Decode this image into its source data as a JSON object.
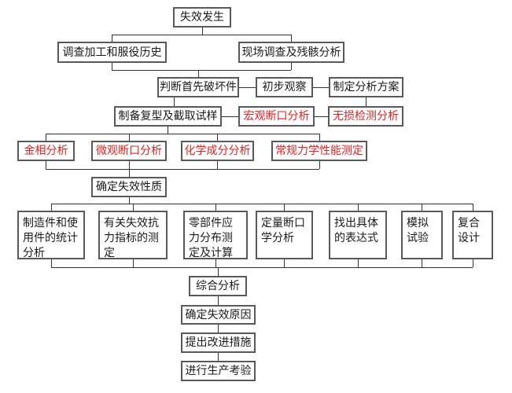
{
  "colors": {
    "background": "#ffffff",
    "box_border": "#595959",
    "connector_line": "#333333",
    "text": "#1a1a1a",
    "red_text": "#e02222"
  },
  "nodes": {
    "failure_occurs": {
      "label": "失效发生",
      "text_color": "black"
    },
    "investigate_history": {
      "label": "调查加工和服役历史",
      "text_color": "black"
    },
    "site_investigation": {
      "label": "现场调查及残骸分析",
      "text_color": "black"
    },
    "first_failed_part": {
      "label": "判断首先破坏件",
      "text_color": "black"
    },
    "preliminary_observation": {
      "label": "初步观察",
      "text_color": "black"
    },
    "analysis_plan": {
      "label": "制定分析方案",
      "text_color": "black"
    },
    "prepare_samples": {
      "label": "制备复型及截取试样",
      "text_color": "black"
    },
    "macro_fracture": {
      "label": "宏观断口分析",
      "text_color": "red"
    },
    "ndt_analysis": {
      "label": "无损检测分析",
      "text_color": "red"
    },
    "metallographic": {
      "label": "金相分析",
      "text_color": "red"
    },
    "micro_fracture": {
      "label": "微观断口分析",
      "text_color": "red"
    },
    "chemical_composition": {
      "label": "化学成分分析",
      "text_color": "red"
    },
    "mechanical_properties": {
      "label": "常规力学性能测定",
      "text_color": "red"
    },
    "failure_nature": {
      "label": "确定失效性质",
      "text_color": "black"
    },
    "statistical_analysis": {
      "label": "制造件和使用件的统计分析",
      "text_color": "black"
    },
    "resistance_indicators": {
      "label": "有关失效抗力指标的测定",
      "text_color": "black"
    },
    "stress_distribution": {
      "label": "零部件应力分布测定及计算",
      "text_color": "black"
    },
    "quantitative_fractography": {
      "label": "定量断口学分析",
      "text_color": "black"
    },
    "specific_expression": {
      "label": "找出具体的表达式",
      "text_color": "black"
    },
    "simulation_test": {
      "label": "模拟试验",
      "text_color": "black"
    },
    "composite_design": {
      "label": "复合设计",
      "text_color": "black"
    },
    "comprehensive_analysis": {
      "label": "综合分析",
      "text_color": "black"
    },
    "failure_cause": {
      "label": "确定失效原因",
      "text_color": "black"
    },
    "improvement_measures": {
      "label": "提出改进措施",
      "text_color": "black"
    },
    "production_test": {
      "label": "进行生产考验",
      "text_color": "black"
    }
  }
}
